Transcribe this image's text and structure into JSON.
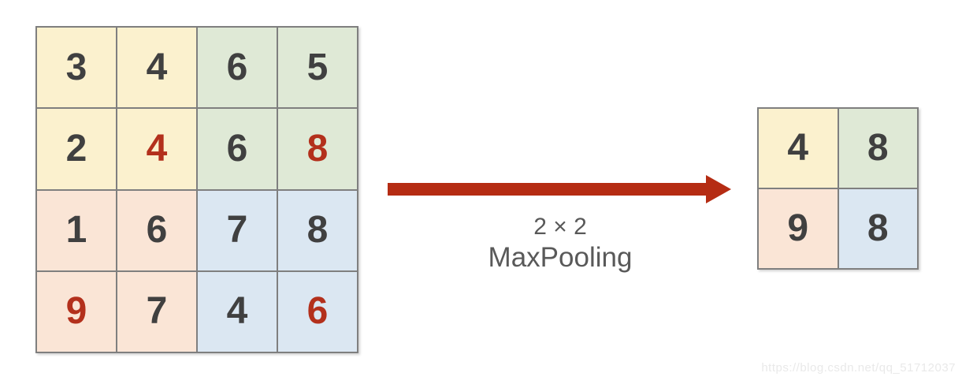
{
  "colors": {
    "background": "#ffffff",
    "grid_line": "#7f7f7f",
    "digit": "#404040",
    "max_value_red": "#b3301c",
    "arrow": "#b52c13",
    "label": "#595959",
    "watermark": "#e9e9e9",
    "quadrant_yellow": "#fbf1ce",
    "quadrant_green": "#dfe9d6",
    "quadrant_peach": "#fae5d6",
    "quadrant_blue": "#dbe7f2"
  },
  "input_grid": {
    "rows": 4,
    "cols": 4,
    "values": [
      [
        3,
        4,
        6,
        5
      ],
      [
        2,
        4,
        6,
        8
      ],
      [
        1,
        6,
        7,
        8
      ],
      [
        9,
        7,
        4,
        6
      ]
    ],
    "highlighted_cells": [
      [
        1,
        1
      ],
      [
        1,
        3
      ],
      [
        3,
        0
      ],
      [
        3,
        3
      ]
    ],
    "cell_colors": [
      [
        "#fbf1ce",
        "#fbf1ce",
        "#dfe9d6",
        "#dfe9d6"
      ],
      [
        "#fbf1ce",
        "#fbf1ce",
        "#dfe9d6",
        "#dfe9d6"
      ],
      [
        "#fae5d6",
        "#fae5d6",
        "#dbe7f2",
        "#dbe7f2"
      ],
      [
        "#fae5d6",
        "#fae5d6",
        "#dbe7f2",
        "#dbe7f2"
      ]
    ]
  },
  "output_grid": {
    "rows": 2,
    "cols": 2,
    "values": [
      [
        4,
        8
      ],
      [
        9,
        8
      ]
    ],
    "highlighted_cells": [],
    "cell_colors": [
      [
        "#fbf1ce",
        "#dfe9d6"
      ],
      [
        "#fae5d6",
        "#dbe7f2"
      ]
    ]
  },
  "labels": {
    "pool_size": "2 × 2",
    "operation": "MaxPooling"
  },
  "watermark": {
    "text": "https://blog.csdn.net/qq_51712037"
  }
}
